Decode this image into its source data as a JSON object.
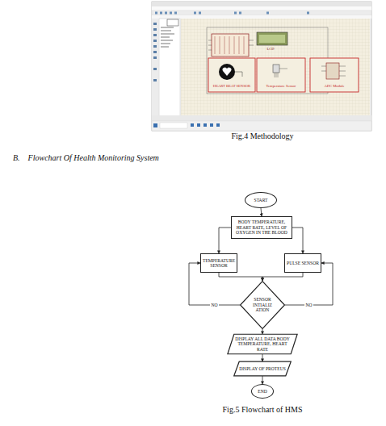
{
  "diagram": {
    "title": "B.    Flowchart Of Health Monitoring System",
    "caption": "Fig.5 Flowchart of HMS",
    "nodes": [
      {
        "text": [
          "START"
        ]
      },
      {
        "text": [
          "BODY TEMPERATURE, HEART RATE, LEVEL OF OXYGEN IN THE BLOOD"
        ]
      },
      {
        "text": [
          "TEMPERATURE SENSOR"
        ]
      },
      {
        "text": [
          "PULSE SENSOR"
        ]
      },
      {
        "text": [
          "SENSOR INTIALIZ ATION"
        ]
      },
      {
        "text": [
          "DISPLAY ALL DATA BODY TEMPERATURE, HEART RATE"
        ]
      },
      {
        "text": [
          "DISPLAY OF PROTEUS"
        ]
      },
      {
        "text": [
          "END"
        ]
      }
    ],
    "edges": [
      {
        "from": 0,
        "to": 1,
        "arrow": "to"
      },
      {
        "from": 1,
        "to": 2,
        "arrow": "to"
      },
      {
        "from": 1,
        "to": 3,
        "arrow": "to"
      },
      {
        "from": 2,
        "to": 4,
        "arrow": "to"
      },
      {
        "from": 3,
        "to": 4,
        "arrow": "to"
      },
      {
        "from": 4,
        "to": 2,
        "label": "NO",
        "arrow": "to"
      },
      {
        "from": 4,
        "to": 3,
        "label": "NO",
        "arrow": "to"
      },
      {
        "from": 4,
        "to": 5,
        "arrow": "to"
      },
      {
        "from": 5,
        "to": 6,
        "arrow": "to"
      },
      {
        "from": 6,
        "to": 7,
        "arrow": "to"
      }
    ],
    "labels": [
      "Fig.4 Methodology",
      "LCD",
      "HEART BEAT SENSOR",
      "Temperature Sensor",
      "ADC Module"
    ]
  }
}
